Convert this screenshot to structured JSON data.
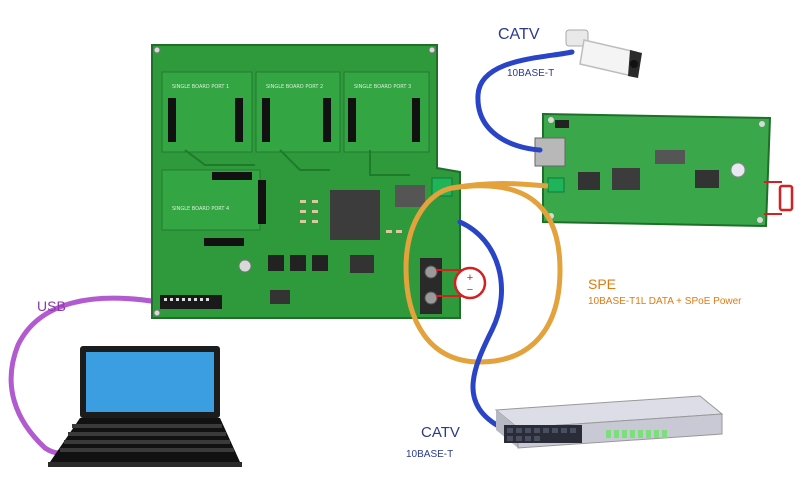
{
  "labels": {
    "catv_top": "CATV",
    "tenbase_top": "10BASE-T",
    "usb": "USB",
    "spe": "SPE",
    "spe_sub": "10BASE-T1L DATA + SPoE Power",
    "catv_bottom": "CATV",
    "tenbase_bottom": "10BASE-T"
  },
  "board_labels": {
    "port_1": "SINGLE BOARD PORT 1",
    "port_2": "SINGLE BOARD PORT 2",
    "port_3": "SINGLE BOARD PORT 3",
    "port_4": "SINGLE BOARD PORT 4"
  },
  "power_symbol": {
    "plus": "+",
    "minus": "−"
  },
  "colors": {
    "catv_cable": "#2a44c8",
    "usb_cable": "#b25ad0",
    "spe_cable": "#e3a23c",
    "power_wire": "#d42020",
    "pcb_green": "#2e9a3c"
  },
  "icons": [
    "laptop-icon",
    "network-switch-icon",
    "security-camera-icon",
    "battery-icon",
    "power-supply-icon"
  ]
}
